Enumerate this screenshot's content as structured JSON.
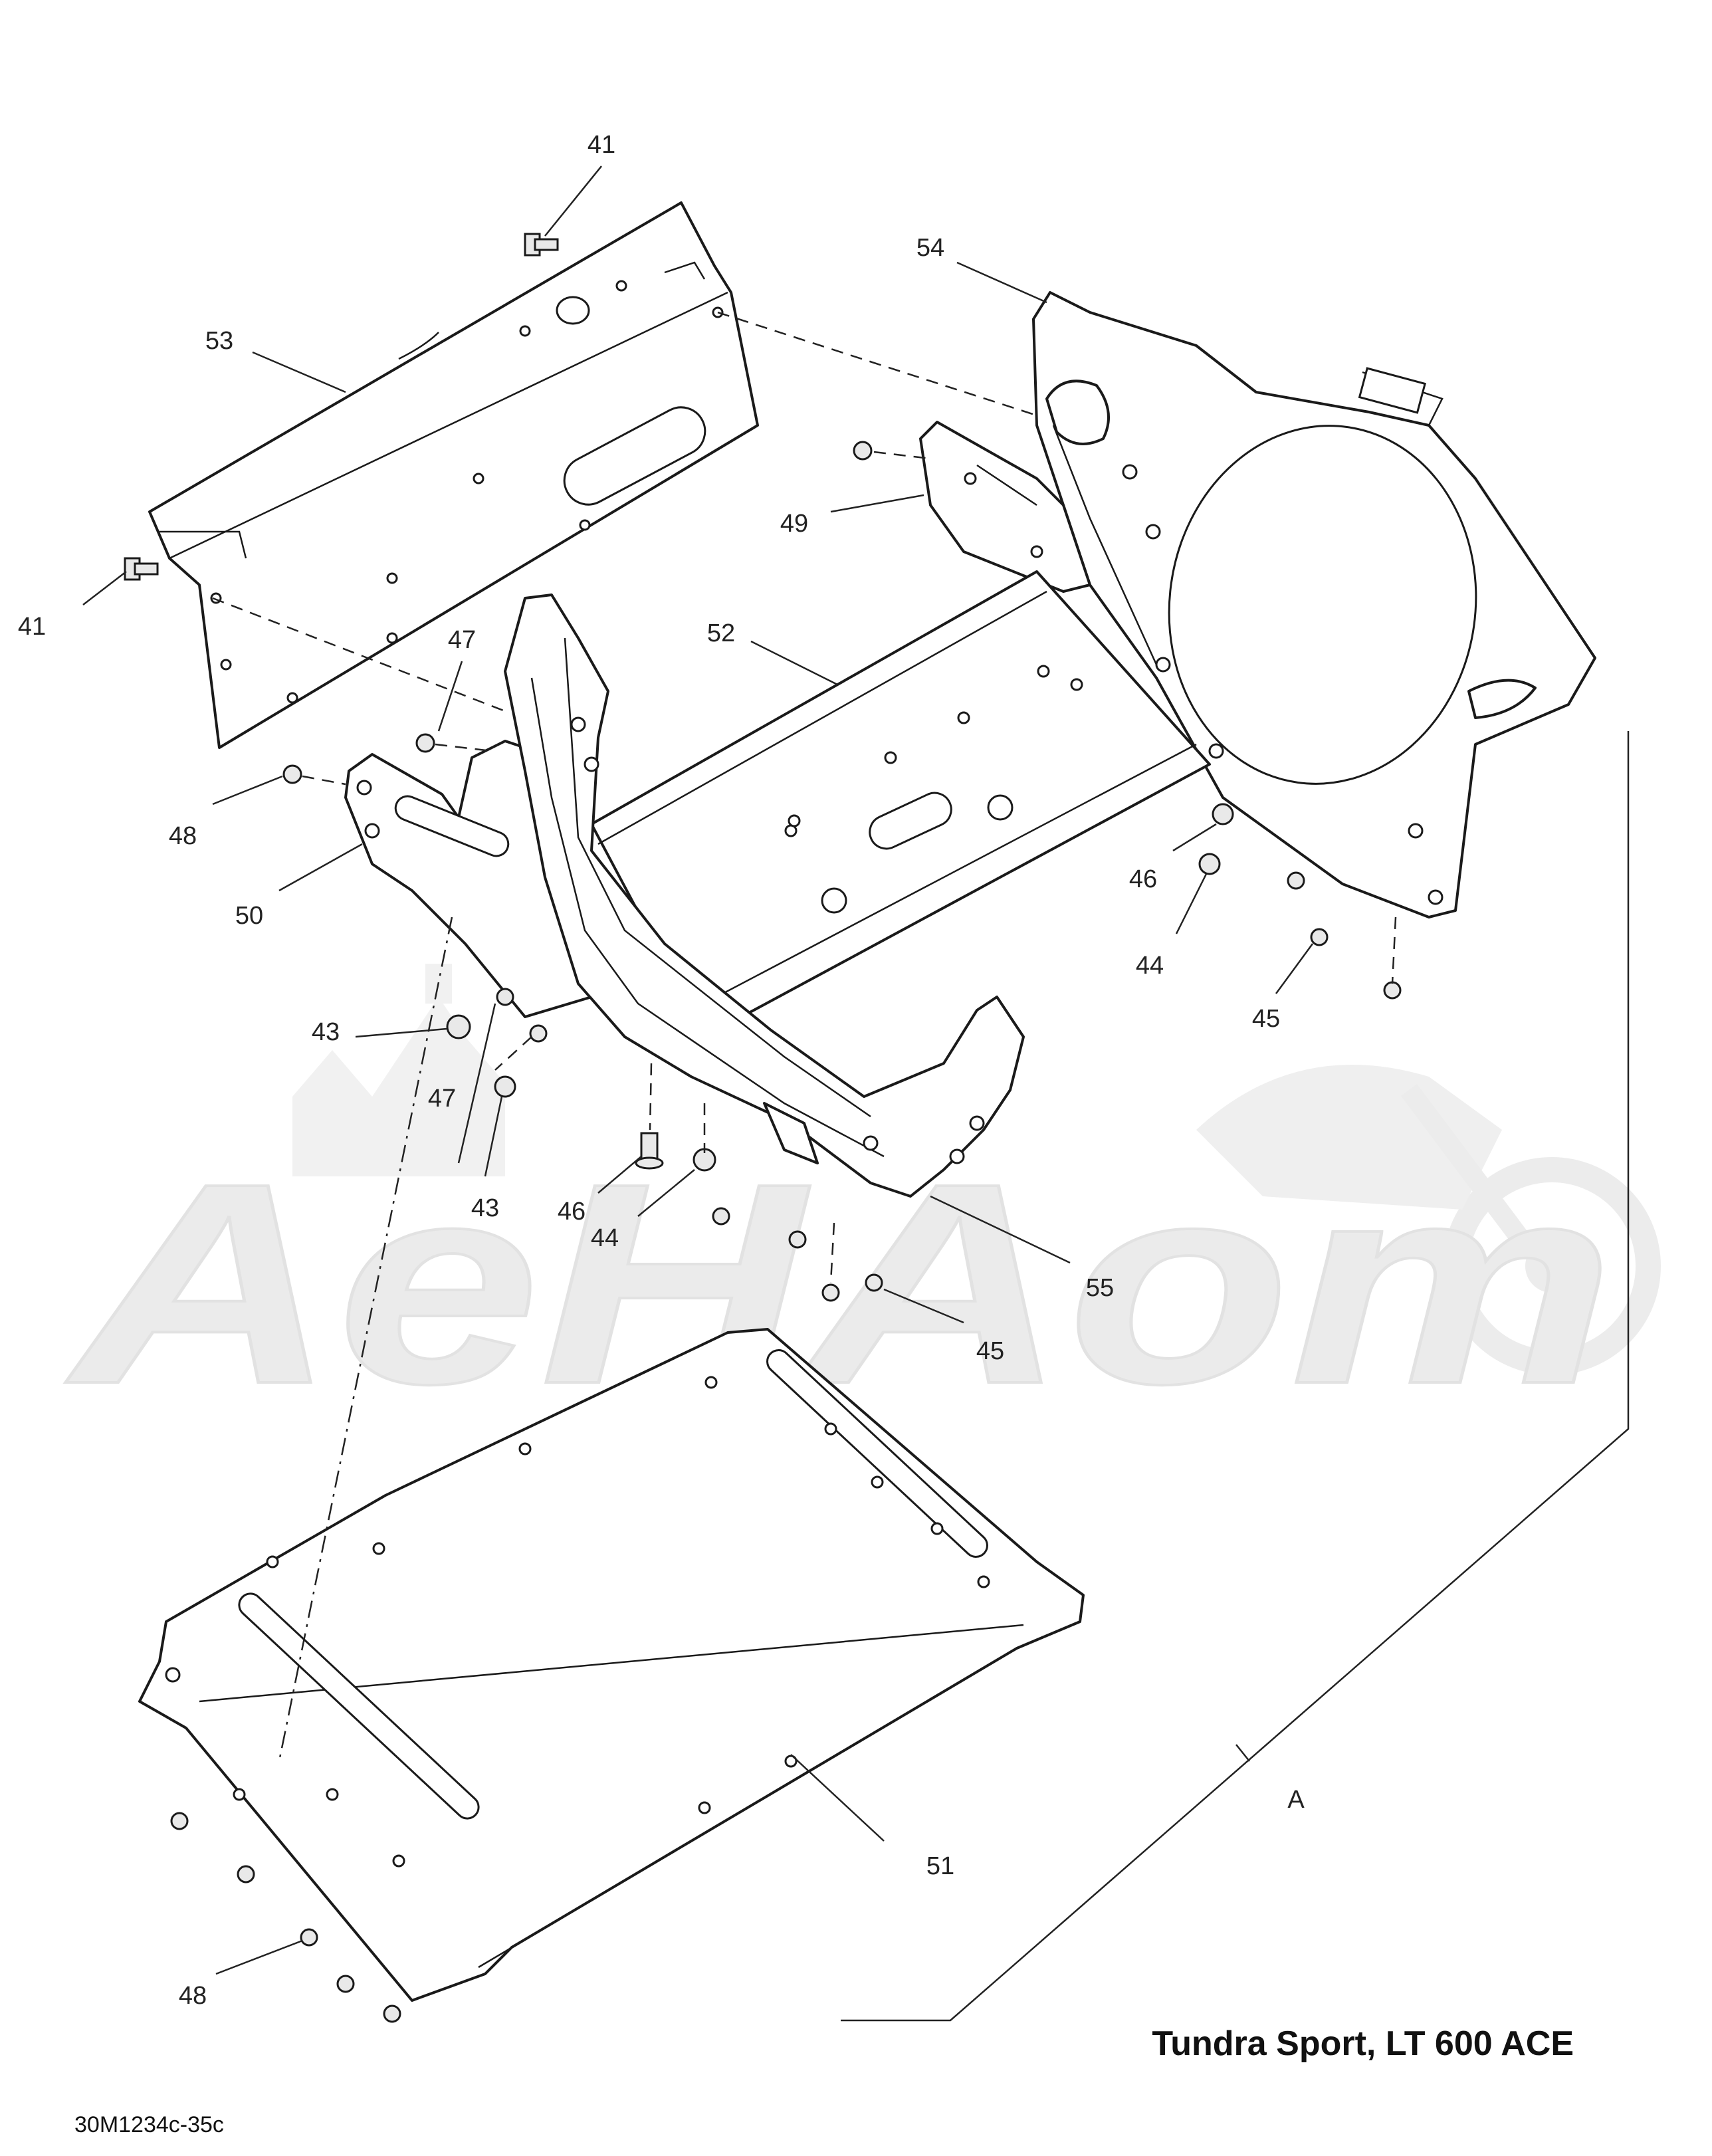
{
  "model_title": "Tundra Sport, LT 600 ACE",
  "drawing_ref": "30M1234c-35c",
  "watermark_text": "AeHAom",
  "callouts": [
    {
      "id": "c41a",
      "label": "41"
    },
    {
      "id": "c41b",
      "label": "41"
    },
    {
      "id": "c53",
      "label": "53"
    },
    {
      "id": "c54",
      "label": "54"
    },
    {
      "id": "c49",
      "label": "49"
    },
    {
      "id": "c52",
      "label": "52"
    },
    {
      "id": "c47a",
      "label": "47"
    },
    {
      "id": "c48a",
      "label": "48"
    },
    {
      "id": "c50",
      "label": "50"
    },
    {
      "id": "c46a",
      "label": "46"
    },
    {
      "id": "c44a",
      "label": "44"
    },
    {
      "id": "c45a",
      "label": "45"
    },
    {
      "id": "c43a",
      "label": "43"
    },
    {
      "id": "c47b",
      "label": "47"
    },
    {
      "id": "c43b",
      "label": "43"
    },
    {
      "id": "c46b",
      "label": "46"
    },
    {
      "id": "c44b",
      "label": "44"
    },
    {
      "id": "c55",
      "label": "55"
    },
    {
      "id": "c45b",
      "label": "45"
    },
    {
      "id": "cA",
      "label": "A"
    },
    {
      "id": "c51",
      "label": "51"
    },
    {
      "id": "c48b",
      "label": "48"
    }
  ]
}
